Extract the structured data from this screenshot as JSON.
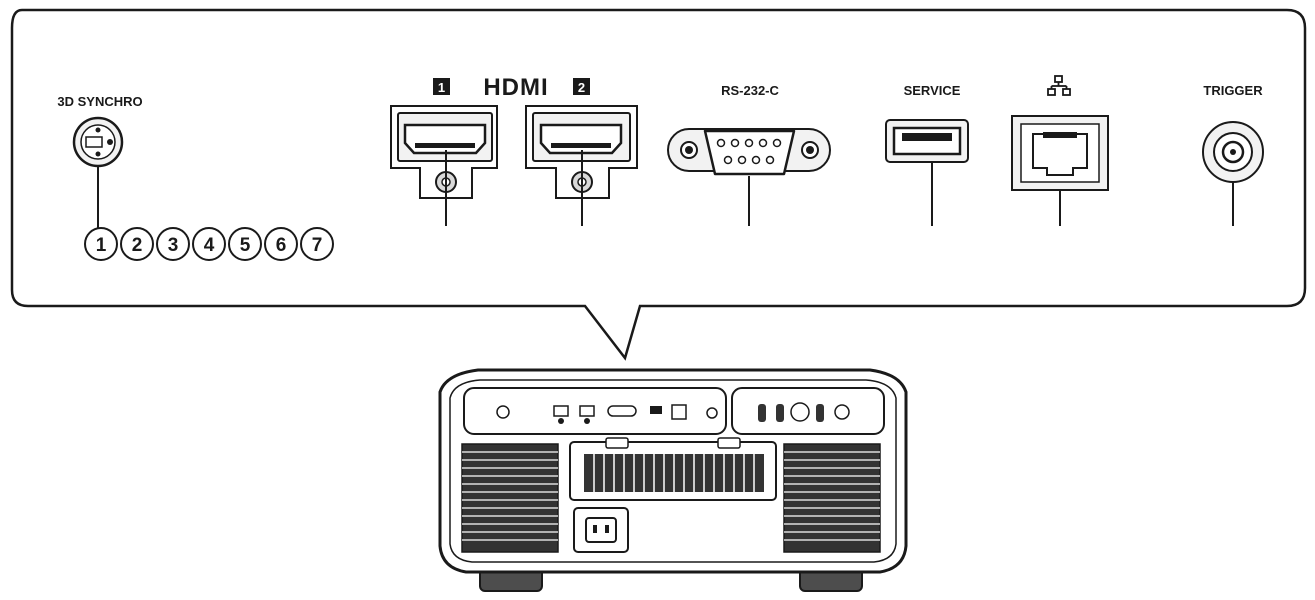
{
  "callout": {
    "ports": {
      "sync3d": {
        "label": "3D SYNCHRO",
        "numbers": [
          "1",
          "2",
          "3",
          "4",
          "5",
          "6",
          "7"
        ]
      },
      "hdmi": {
        "badge_1": "1",
        "badge_2": "2",
        "logo": "HDMI"
      },
      "rs232c": {
        "label": "RS-232-C"
      },
      "service": {
        "label": "SERVICE"
      },
      "lan": {
        "icon": "network-icon"
      },
      "trigger": {
        "label": "TRIGGER"
      }
    }
  },
  "colors": {
    "line": "#1a1a1a",
    "fill_light": "#f2f2f2",
    "fill_mid": "#d9d9d9",
    "fill_dark": "#333333"
  }
}
